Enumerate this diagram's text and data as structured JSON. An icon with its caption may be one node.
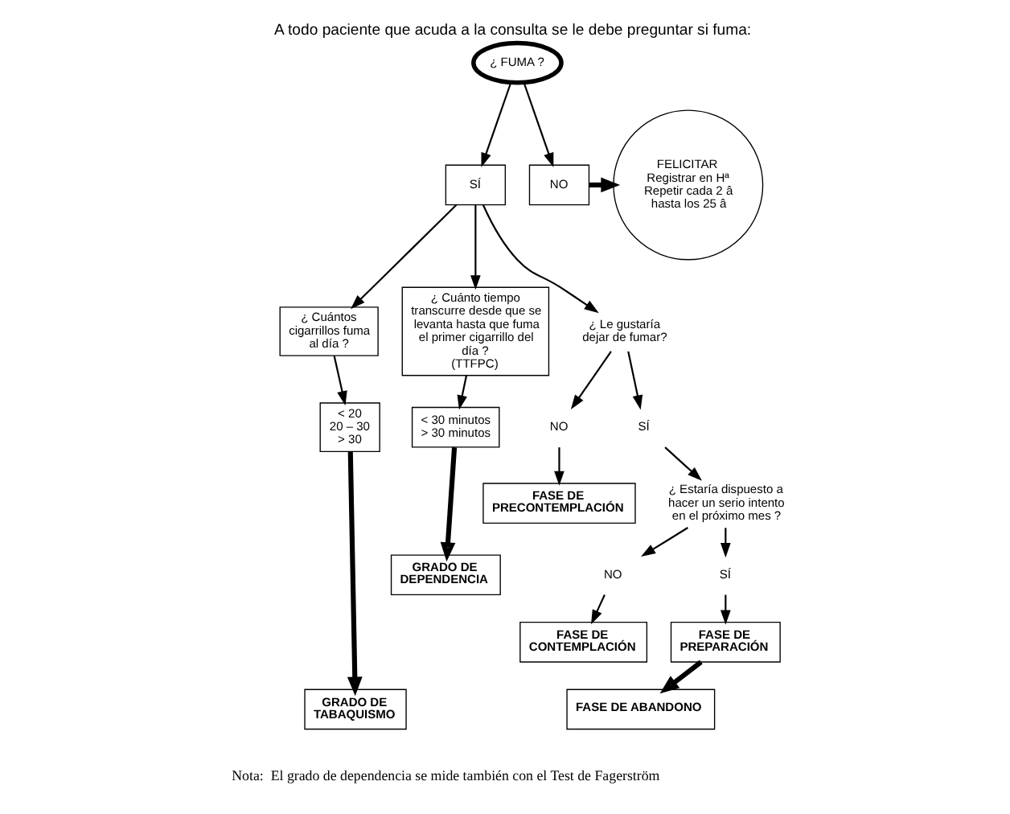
{
  "diagram": {
    "title": "A todo paciente que acuda a la consulta se le debe preguntar si fuma:",
    "caption": "Nota:  El grado de dependencia se mide también con el Test de Fagerström",
    "nodes": [
      {
        "text": [
          "¿ FUMA ?"
        ]
      },
      {
        "text": [
          "SÍ"
        ]
      },
      {
        "text": [
          "NO"
        ]
      },
      {
        "text": [
          "FELICITAR",
          "Registrar en Hª",
          "Repetir cada 2 â hasta los 25 â"
        ]
      },
      {
        "text": [
          "¿ Cuántos cigarrillos fuma al día ?"
        ]
      },
      {
        "text": [
          "¿ Cuánto tiempo transcurre desde que se levanta hasta que fuma el primer cigarrillo del día ?",
          "(TTFPC)"
        ]
      },
      {
        "text": [
          "¿ Le gustaría dejar de fumar?"
        ]
      },
      {
        "text": [
          "NO"
        ]
      },
      {
        "text": [
          "FASE DE PRECONTEMPLACIÓN"
        ]
      },
      {
        "text": [
          "SÍ"
        ]
      },
      {
        "text": [
          "¿ Estaría dispuesto a hacer un serio intento en el próximo mes ?"
        ]
      },
      {
        "text": [
          "NO"
        ]
      },
      {
        "text": [
          "FASE DE CONTEMPLACIÓN"
        ]
      },
      {
        "text": [
          "SÍ"
        ]
      },
      {
        "text": [
          "FASE DE PREPARACIÓN"
        ]
      },
      {
        "text": [
          "< 20",
          "20 – 30",
          "> 30"
        ]
      },
      {
        "text": [
          "< 30 minutos",
          "> 30 minutos"
        ]
      },
      {
        "text": [
          "GRADO DE TABAQUISMO"
        ]
      },
      {
        "text": [
          "GRADO DE DEPENDENCIA"
        ]
      },
      {
        "text": [
          "FASE DE ABANDONO"
        ]
      }
    ],
    "edges": [
      {
        "from": 0,
        "to": 1,
        "arrow": "to"
      },
      {
        "from": 0,
        "to": 2,
        "arrow": "to"
      },
      {
        "from": 2,
        "to": 3,
        "arrow": "to",
        "style": "thick"
      },
      {
        "from": 1,
        "to": 4,
        "arrow": "to"
      },
      {
        "from": 1,
        "to": 5,
        "arrow": "to"
      },
      {
        "from": 1,
        "to": 6,
        "arrow": "to"
      },
      {
        "from": 6,
        "to": 7,
        "arrow": "to"
      },
      {
        "from": 7,
        "to": 8,
        "arrow": "to"
      },
      {
        "from": 6,
        "to": 9,
        "arrow": "to"
      },
      {
        "from": 9,
        "to": 10,
        "arrow": "to"
      },
      {
        "from": 10,
        "to": 11,
        "arrow": "to"
      },
      {
        "from": 11,
        "to": 12,
        "arrow": "to"
      },
      {
        "from": 10,
        "to": 13,
        "arrow": "to"
      },
      {
        "from": 13,
        "to": 14,
        "arrow": "to"
      },
      {
        "from": 4,
        "to": 15,
        "arrow": "to"
      },
      {
        "from": 5,
        "to": 16,
        "arrow": "to"
      },
      {
        "from": 15,
        "to": 17,
        "arrow": "to",
        "style": "thick"
      },
      {
        "from": 16,
        "to": 18,
        "arrow": "to",
        "style": "thick"
      },
      {
        "from": 14,
        "to": 19,
        "arrow": "to",
        "style": "thick"
      }
    ]
  }
}
